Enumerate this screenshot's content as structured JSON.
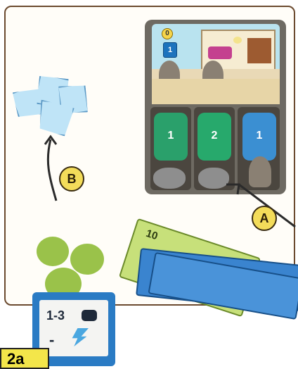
{
  "board": {
    "coin_value": "0",
    "top_card_value": "1",
    "tower_left": "1",
    "tower_mid": "2",
    "blue_card_value": "1"
  },
  "labels": {
    "a": "A",
    "b": "B"
  },
  "money": {
    "note_value": "10"
  },
  "bottom_card": {
    "range": "1-3",
    "dash": "-"
  },
  "step": {
    "label": "2a"
  },
  "colors": {
    "frame": "#6b4a2f",
    "label_fill": "#f3dc5a",
    "tower_green": "#2aa06b",
    "card_blue": "#2a7bc4",
    "money_blue": "#3a84cf",
    "money_green": "#c7e07a",
    "shard_blue": "#bfe4f7"
  }
}
